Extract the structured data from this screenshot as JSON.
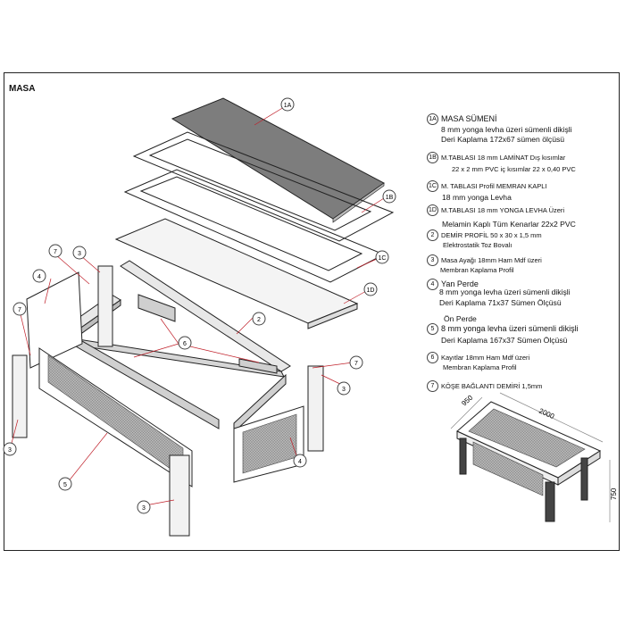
{
  "title": "MASA",
  "callouts": {
    "1A": "1A",
    "1B": "1B",
    "1C": "1C",
    "1D": "1D",
    "2": "2",
    "3": "3",
    "4": "4",
    "5": "5",
    "6": "6",
    "7": "7"
  },
  "legend": [
    {
      "id": "1A",
      "lines": [
        "MASA SÜMENİ",
        "8 mm yonga levha üzeri sümenli dikişli",
        "Deri Kaplama  172x67 sümen ölçüsü"
      ]
    },
    {
      "id": "1B",
      "lines": [
        "M.TABLASI  18 mm  LAMİNAT Dış kısımlar",
        "22 x 2 mm PVC    iç kısımlar   22 x 0,40 PVC"
      ]
    },
    {
      "id": "1C",
      "lines": [
        "M. TABLASI Profil MEMRAN KAPLI",
        "18 mm  yonga Levha"
      ]
    },
    {
      "id": "1D",
      "lines": [
        "M.TABLASI 18 mm YONGA LEVHA Üzeri",
        "Melamin Kaplı  Tüm Kenarlar  22x2 PVC"
      ]
    },
    {
      "id": "2",
      "lines": [
        "DEMİR PROFİL  50 x 30 x 1,5 mm",
        "Elektrostatik Toz Bovalı"
      ]
    },
    {
      "id": "3",
      "lines": [
        "Masa Ayağı 18mm Ham Mdf üzeri",
        "Membran Kaplama Profil"
      ]
    },
    {
      "id": "4",
      "lines": [
        "Yan Perde",
        "8 mm yonga levha üzeri sümenli dikişli",
        "Deri Kaplama 71x37  Sümen Ölçüsü"
      ]
    },
    {
      "id": "5",
      "lines": [
        "Ön Perde",
        "8 mm yonga levha üzeri sümenli dikişli",
        "Deri Kaplama 167x37 Sümen Ölçüsü"
      ]
    },
    {
      "id": "6",
      "lines": [
        "Kayıtlar 18mm Ham Mdf üzeri",
        "Membran Kaplama Profil"
      ]
    },
    {
      "id": "7",
      "lines": [
        "KÖŞE BAĞLANTI DEMİRİ   1,5mm"
      ]
    }
  ],
  "dimensions": {
    "depth": "950",
    "width": "2000",
    "height": "750"
  },
  "colors": {
    "line": "#222222",
    "leader": "#c0202a",
    "leather": "#7a7a7a",
    "mesh": "#9a9a9a"
  }
}
